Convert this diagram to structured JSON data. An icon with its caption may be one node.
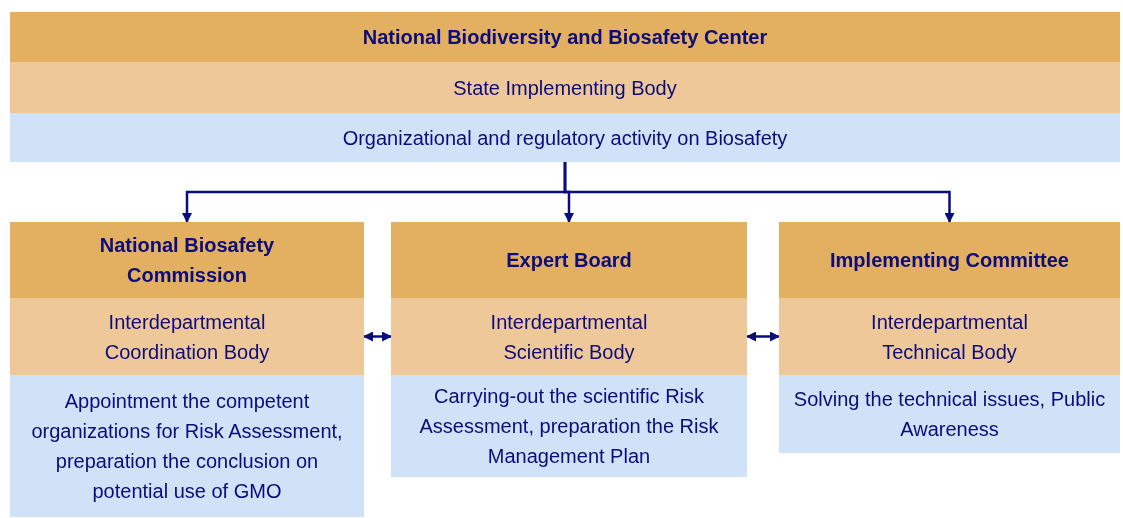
{
  "diagram": {
    "nodes": [
      {
        "text": [
          "National Biodiversity and Biosafety Center",
          "State Implementing Body",
          "Organizational and regulatory activity on Biosafety"
        ]
      },
      {
        "text": [
          "National Biosafety Commission",
          "Interdepartmental Coordination Body",
          "Appointment the competent organizations for Risk Assessment, preparation the conclusion on potential use of GMO"
        ]
      },
      {
        "text": [
          "Expert Board",
          "Interdepartmental Scientific Body",
          "Carrying-out the scientific Risk Assessment, preparation the Risk Management Plan"
        ]
      },
      {
        "text": [
          "Implementing Committee",
          "Interdepartmental Technical Body",
          "Solving the technical issues, Public Awareness"
        ]
      }
    ],
    "edges": [
      {
        "from": 0,
        "to": 1,
        "arrow": "to"
      },
      {
        "from": 0,
        "to": 2,
        "arrow": "to"
      },
      {
        "from": 0,
        "to": 3,
        "arrow": "to"
      },
      {
        "from": 1,
        "to": 2,
        "arrow": "both"
      },
      {
        "from": 2,
        "to": 3,
        "arrow": "both"
      }
    ]
  }
}
